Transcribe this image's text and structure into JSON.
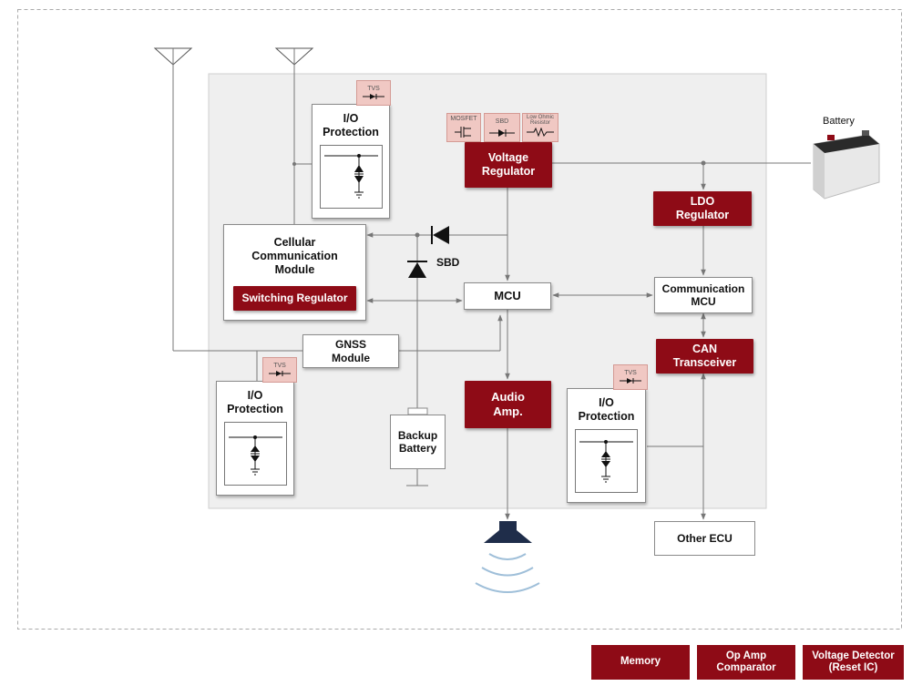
{
  "blocks": {
    "io_top": "I/O\nProtection",
    "io_left": "I/O\nProtection",
    "io_right": "I/O\nProtection",
    "voltage_regulator": "Voltage\nRegulator",
    "ldo_regulator": "LDO\nRegulator",
    "cellular": "Cellular\nCommunication\nModule",
    "switching_regulator": "Switching Regulator",
    "mcu": "MCU",
    "comm_mcu": "Communication\nMCU",
    "gnss": "GNSS\nModule",
    "can": "CAN\nTransceiver",
    "audio": "Audio\nAmp.",
    "backup_battery": "Backup\nBattery",
    "other_ecu": "Other ECU"
  },
  "labels": {
    "battery": "Battery",
    "sbd": "SBD"
  },
  "tags": {
    "tvs": "TVS",
    "mosfet": "MOSFET",
    "sbd": "SBD",
    "low_ohmic": "Low Ohmic\nResistor"
  },
  "legend": {
    "memory": "Memory",
    "op_amp": "Op Amp\nComparator",
    "voltage_detector": "Voltage Detector\n(Reset IC)"
  },
  "colors": {
    "accent_red": "#8e0b16",
    "panel_gray": "#efefef",
    "tag_pink": "#f0c8c3",
    "wave_blue": "#9fbfd9"
  }
}
